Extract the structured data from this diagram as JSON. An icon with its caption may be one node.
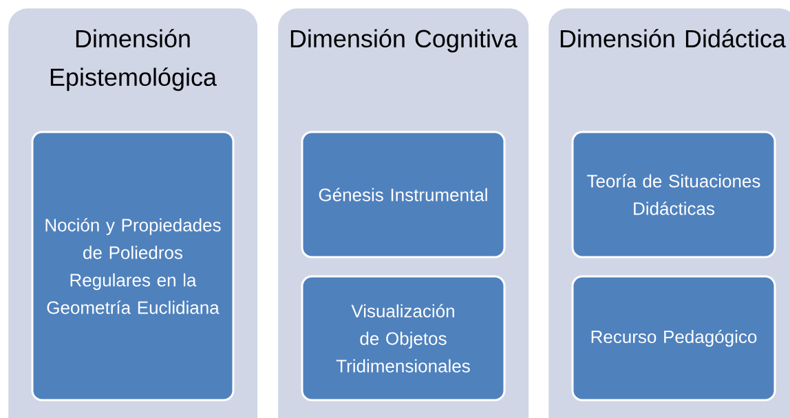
{
  "diagram": {
    "nodes": [
      {
        "text": [
          "Dimensión Epistemológica"
        ]
      },
      {
        "text": [
          "Noción y Propiedades de Poliedros Regulares en la Geometría Euclidiana"
        ],
        "in": 0
      },
      {
        "text": [
          "Dimensión Cognitiva"
        ]
      },
      {
        "text": [
          "Génesis Instrumental"
        ],
        "in": 2
      },
      {
        "text": [
          "Visualización de Objetos Tridimensionales"
        ],
        "in": 2
      },
      {
        "text": [
          "Dimensión Didáctica"
        ]
      },
      {
        "text": [
          "Teoría de Situaciones Didácticas"
        ],
        "in": 5
      },
      {
        "text": [
          "Recurso Pedagógico"
        ],
        "in": 5
      }
    ]
  }
}
